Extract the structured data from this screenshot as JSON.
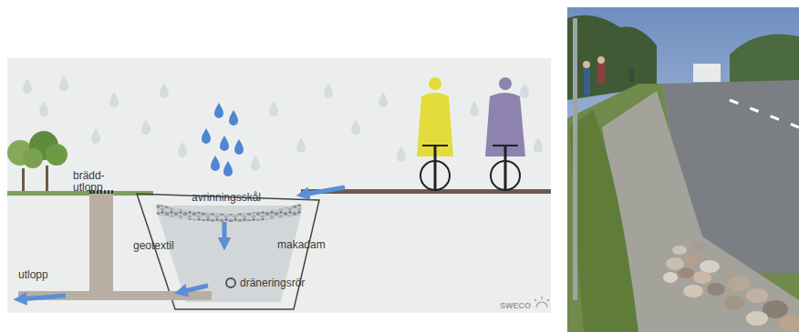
{
  "diagram": {
    "labels": [
      "brädd- utlopp",
      "avrinningsskål",
      "geotextil",
      "makadam",
      "dräneringsrör",
      "utlopp",
      "SWECO"
    ]
  }
}
